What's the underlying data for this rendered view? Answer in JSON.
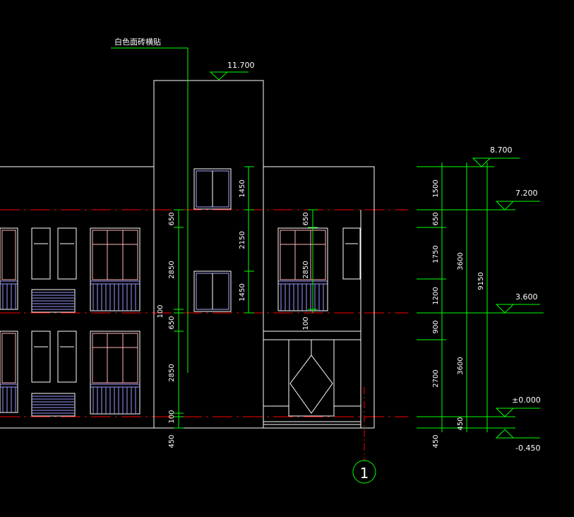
{
  "drawing": {
    "material_note": "白色面砖横贴",
    "grid_axis_label": "1"
  },
  "elevations": {
    "top": "11.700",
    "roof": "8.700",
    "floor3": "7.200",
    "floor2": "3.600",
    "ground": "±0.000",
    "outdoor": "-0.450"
  },
  "dimensions": {
    "tower_top_window_h": "1450",
    "tower_wall_mid": "2150",
    "tower_low_window_h": "1450",
    "left_sill_top": "650",
    "left_window_upper": "2850",
    "left_beam_upper": "100",
    "left_sill_mid": "650",
    "left_window_lower": "2850",
    "left_beam_lower": "100",
    "left_plinth": "450",
    "right_sill_upper": "650",
    "right_window_upper": "2850",
    "right_beam_upper": "100",
    "chain_parapet": "1500",
    "chain_sill3": "650",
    "chain_win3": "1750",
    "chain_rail3": "1200",
    "chain_sill2": "900",
    "chain_door": "2700",
    "chain_plinth": "450",
    "chain_plinth_below": "450",
    "storey_upper": "3600",
    "storey_lower": "3600",
    "total_height": "9150"
  },
  "colors": {
    "background": "#000000",
    "outline": "#ffffff",
    "dimension": "#00ff00",
    "axis": "#ff0000",
    "window_frame": "#ffb3b3",
    "railing": "#8c8cff",
    "text": "#ffffff"
  }
}
